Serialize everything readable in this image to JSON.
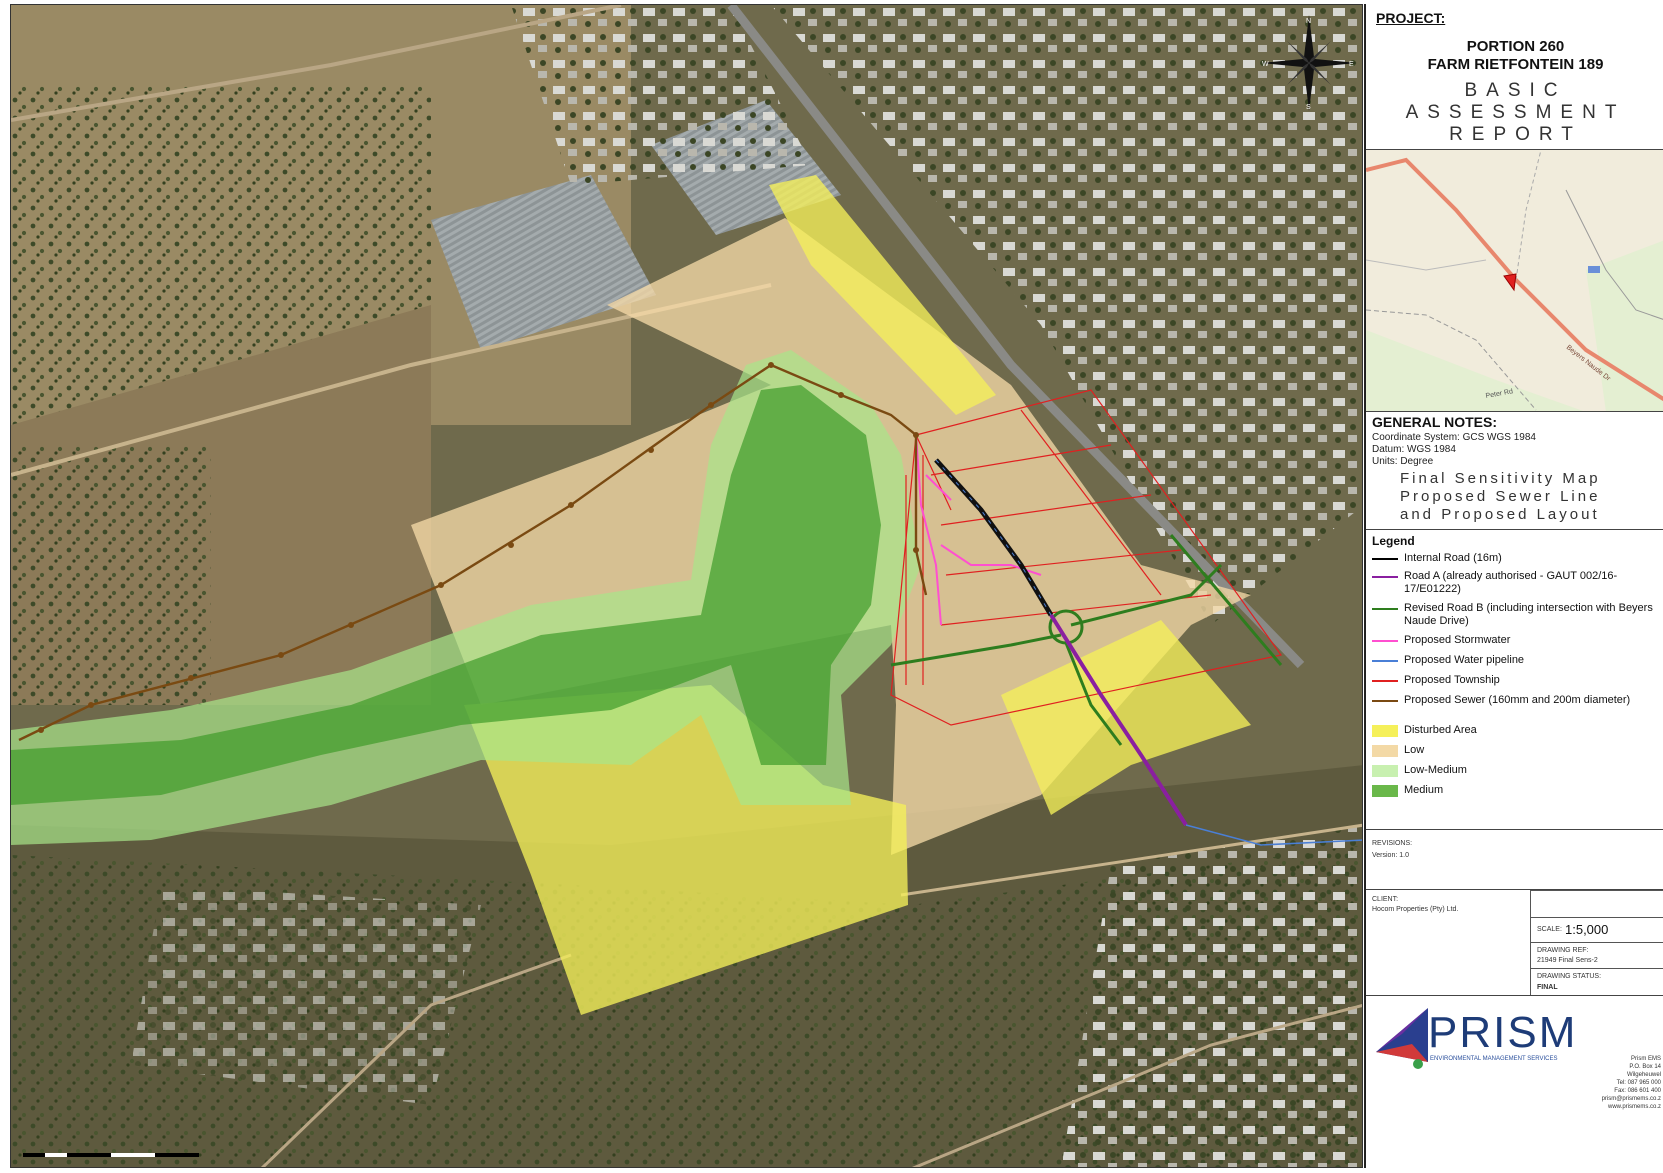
{
  "project": {
    "heading": "PROJECT:",
    "line1": "PORTION 260",
    "line2": "FARM RIETFONTEIN 189",
    "report": [
      "BASIC",
      "ASSESSMENT",
      "REPORT"
    ]
  },
  "general_notes": {
    "heading": "GENERAL NOTES:",
    "lines": [
      "Coordinate System: GCS WGS 1984",
      "Datum: WGS 1984",
      "Units: Degree"
    ],
    "map_title": [
      "Final Sensitivity Map",
      "Proposed Sewer Line",
      "and Proposed Layout"
    ]
  },
  "legend": {
    "heading": "Legend",
    "items": [
      {
        "label": "Internal Road (16m)",
        "kind": "line",
        "color": "#000000"
      },
      {
        "label": "Road A (already authorised - GAUT 002/16-17/E01222)",
        "kind": "line",
        "color": "#8a1fa0"
      },
      {
        "label": "Revised Road B (including intersection with Beyers Naude Drive)",
        "kind": "line",
        "color": "#2e7d1e"
      },
      {
        "label": "Proposed Stormwater",
        "kind": "line",
        "color": "#ff4fd0"
      },
      {
        "label": "Proposed Water pipeline",
        "kind": "line",
        "color": "#4a7fd6"
      },
      {
        "label": "Proposed Township",
        "kind": "line",
        "color": "#e02020"
      },
      {
        "label": "Proposed Sewer (160mm and 200m diameter)",
        "kind": "line",
        "color": "#7a4a12"
      },
      {
        "label": "Disturbed Area",
        "kind": "fill",
        "color": "#f5f05a"
      },
      {
        "label": "Low",
        "kind": "fill",
        "color": "#f3d9a6"
      },
      {
        "label": "Low-Medium",
        "kind": "fill",
        "color": "#c8f0b0"
      },
      {
        "label": "Medium",
        "kind": "fill",
        "color": "#6ab84a"
      }
    ]
  },
  "revisions": {
    "heading": "REVISIONS:",
    "version": "Version: 1.0"
  },
  "client": {
    "heading": "CLIENT:",
    "name": "Hocom Properties (Pty) Ltd."
  },
  "drawing": {
    "scale_label": "SCALE:",
    "scale_value": "1:5,000",
    "ref_label": "DRAWING REF:",
    "ref_value": "21949 Final Sens-2",
    "status_label": "DRAWING STATUS:",
    "status_value": "FINAL"
  },
  "company": {
    "name": "PRISM",
    "tagline": "ENVIRONMENTAL MANAGEMENT SERVICES",
    "address": [
      "Prism EMS",
      "P.O. Box 14",
      "Wilgeheuwel",
      "Tel: 087 965 000",
      "Fax: 086 601 400",
      "prism@prismems.co.z",
      "www.prismems.co.z"
    ]
  },
  "north_arrow": {
    "letters": [
      "N",
      "E",
      "S",
      "W"
    ]
  },
  "inset": {
    "road_labels": [
      "Beyers Naude Dr",
      "Peter Rd"
    ]
  },
  "colors": {
    "satellite_base": "#6f6a4c",
    "fields": "#c6aa7c",
    "township": "#e02020",
    "sewer": "#7a4a12"
  }
}
